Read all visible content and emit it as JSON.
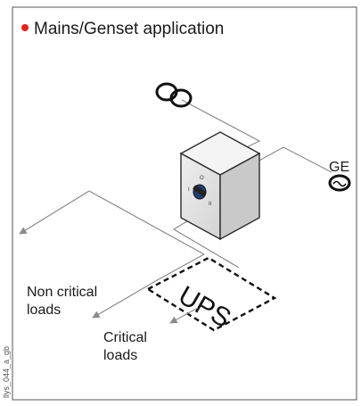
{
  "title": "Mains/Genset application",
  "bullet_color": "#e2231a",
  "labels": {
    "ge": "GE",
    "ups": "UPS",
    "non_critical_line1": "Non critical",
    "non_critical_line2": "loads",
    "critical_line1": "Critical",
    "critical_line2": "loads",
    "figure_id": "llys_044_a_gb"
  },
  "switch_positions": {
    "off": "O",
    "pos1": "I",
    "pos2": "II"
  },
  "icons": {
    "transformer": "mains-transformer-icon",
    "generator": "generator-icon",
    "switch_box": "transfer-switch-box",
    "ups_box": "ups-dashed-box"
  }
}
